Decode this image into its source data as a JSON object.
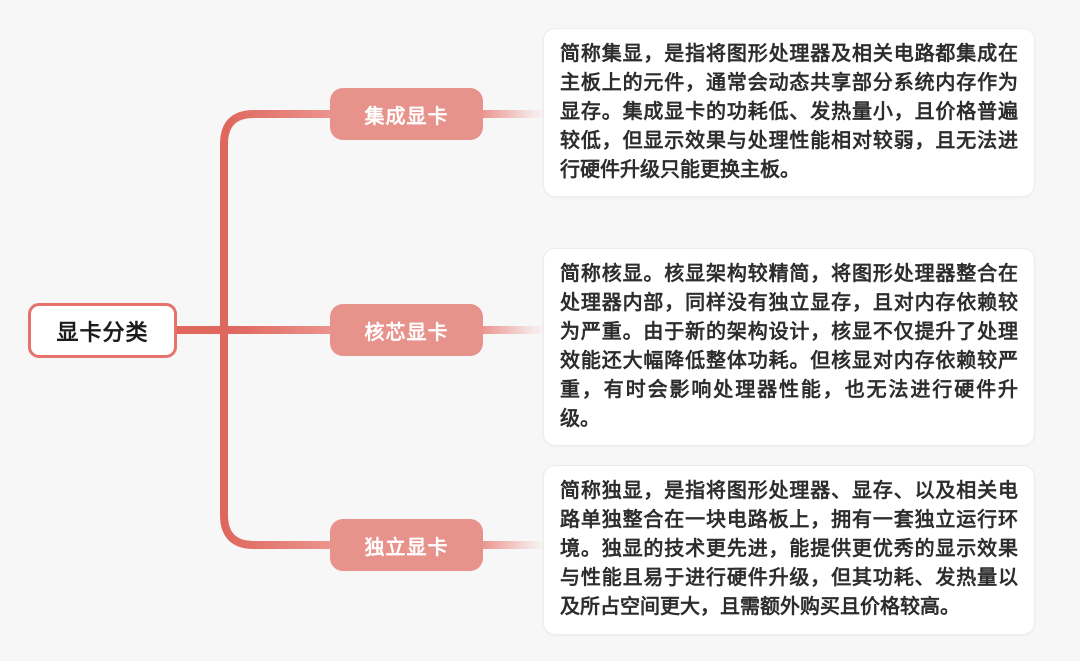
{
  "diagram": {
    "type": "mindmap",
    "title": "显卡分类",
    "colors": {
      "background": "#f7f7f7",
      "connector_line": "#df675d",
      "connector_fade": "#eb948e",
      "branch_node_fill": "#e8928c",
      "branch_node_text": "#ffffff",
      "root_border": "#e5736b",
      "root_fill": "#ffffff",
      "root_text": "#1c1c1c",
      "description_box_fill": "#ffffff",
      "description_box_border": "#ececec",
      "description_text": "#2d2d2d"
    }
  },
  "root": {
    "label": "显卡分类"
  },
  "branches": [
    {
      "label": "集成显卡",
      "description": "简称集显，是指将图形处理器及相关电路都集成在主板上的元件，通常会动态共享部分系统内存作为显存。集成显卡的功耗低、发热量小，且价格普遍较低，但显示效果与处理性能相对较弱，且无法进行硬件升级只能更换主板。"
    },
    {
      "label": "核芯显卡",
      "description": "简称核显。核显架构较精简，将图形处理器整合在处理器内部，同样没有独立显存，且对内存依赖较为严重。由于新的架构设计，核显不仅提升了处理效能还大幅降低整体功耗。但核显对内存依赖较严重，有时会影响处理器性能，也无法进行硬件升级。"
    },
    {
      "label": "独立显卡",
      "description": "简称独显，是指将图形处理器、显存、以及相关电路单独整合在一块电路板上，拥有一套独立运行环境。独显的技术更先进，能提供更优秀的显示效果与性能且易于进行硬件升级，但其功耗、发热量以及所占空间更大，且需额外购买且价格较高。"
    }
  ]
}
